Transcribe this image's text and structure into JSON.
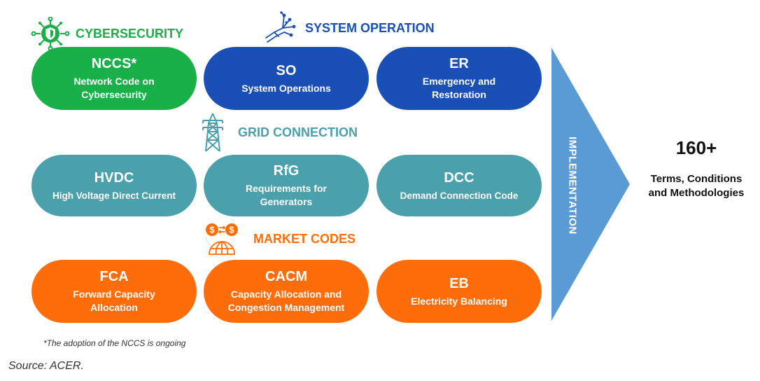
{
  "headings": {
    "cybersecurity": {
      "label": "CYBERSECURITY",
      "icon": "shield-network-icon",
      "color": "#19b04a"
    },
    "system_operation": {
      "label": "SYSTEM OPERATION",
      "icon": "circuit-hand-icon",
      "color": "#1a4fb6"
    },
    "grid_connection": {
      "label": "GRID CONNECTION",
      "icon": "transmission-tower-icon",
      "color": "#4aa0ab"
    },
    "market_codes": {
      "label": "MARKET CODES",
      "icon": "currency-exchange-globe-icon",
      "color": "#ff6d0a"
    }
  },
  "codes": {
    "nccs": {
      "abbr": "NCCS*",
      "full": "Network Code on Cybersecurity",
      "category": "cybersecurity"
    },
    "so": {
      "abbr": "SO",
      "full": "System Operations",
      "category": "system_operation"
    },
    "er": {
      "abbr": "ER",
      "full": "Emergency and Restoration",
      "category": "system_operation"
    },
    "hvdc": {
      "abbr": "HVDC",
      "full": "High Voltage Direct Current",
      "category": "grid_connection"
    },
    "rfg": {
      "abbr": "RfG",
      "full": "Requirements for Generators",
      "category": "grid_connection"
    },
    "dcc": {
      "abbr": "DCC",
      "full": "Demand Connection Code",
      "category": "grid_connection"
    },
    "fca": {
      "abbr": "FCA",
      "full": "Forward Capacity Allocation",
      "category": "market_codes"
    },
    "cacm": {
      "abbr": "CACM",
      "full": "Capacity Allocation and Congestion Management",
      "category": "market_codes"
    },
    "eb": {
      "abbr": "EB",
      "full": "Electricity Balancing",
      "category": "market_codes"
    }
  },
  "implementation": {
    "label": "IMPLEMENTATION",
    "color": "#5b9bd5"
  },
  "result": {
    "count": "160+",
    "label": "Terms, Conditions and Methodologies"
  },
  "footnote": "*The adoption of the NCCS is ongoing",
  "source": "Source: ACER."
}
